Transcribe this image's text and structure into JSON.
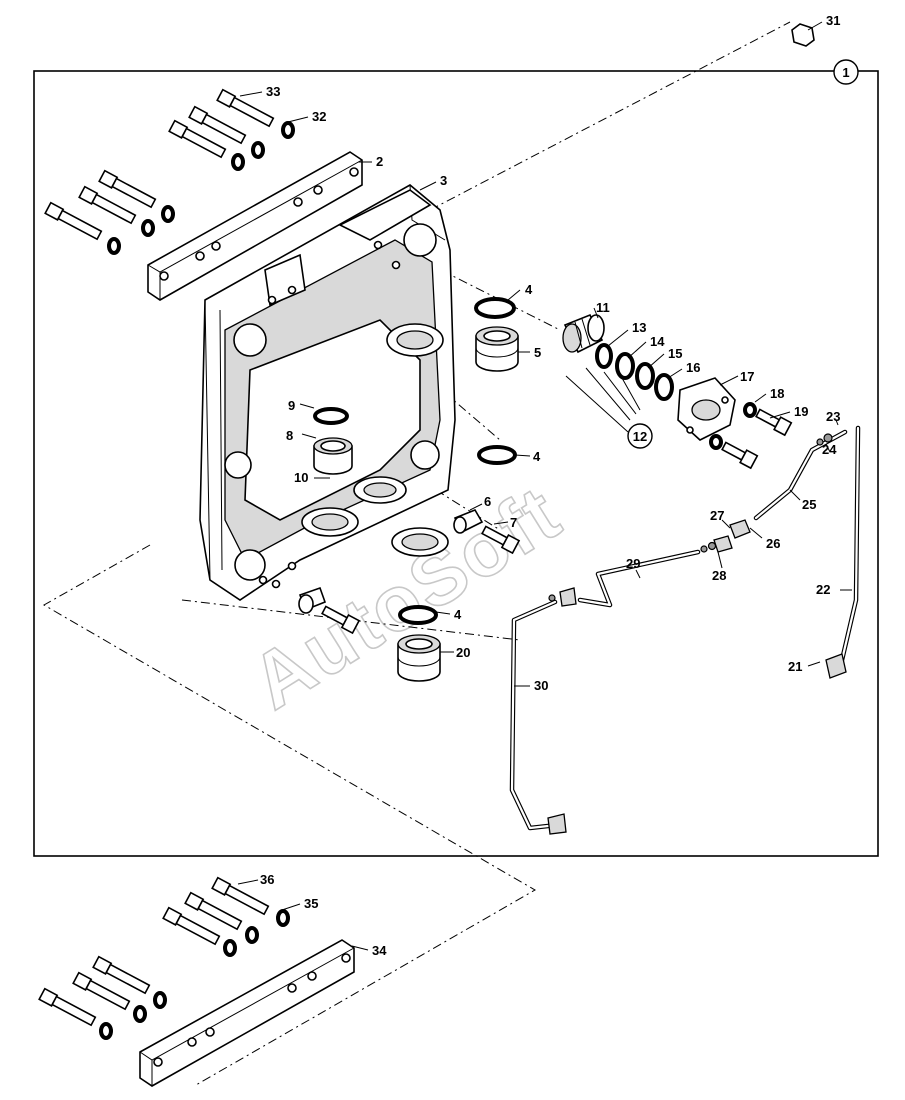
{
  "callouts": {
    "c1": "1",
    "c2": "2",
    "c3": "3",
    "c4a": "4",
    "c4b": "4",
    "c4c": "4",
    "c5": "5",
    "c6": "6",
    "c7": "7",
    "c8": "8",
    "c9": "9",
    "c10": "10",
    "c11": "11",
    "c12": "12",
    "c13": "13",
    "c14": "14",
    "c15": "15",
    "c16": "16",
    "c17": "17",
    "c18": "18",
    "c19": "19",
    "c20": "20",
    "c21": "21",
    "c22": "22",
    "c23": "23",
    "c24": "24",
    "c25": "25",
    "c26": "26",
    "c27": "27",
    "c28": "28",
    "c29": "29",
    "c30": "30",
    "c31": "31",
    "c32": "32",
    "c33": "33",
    "c34": "34",
    "c35": "35",
    "c36": "36"
  },
  "watermark": "AutoSoft"
}
